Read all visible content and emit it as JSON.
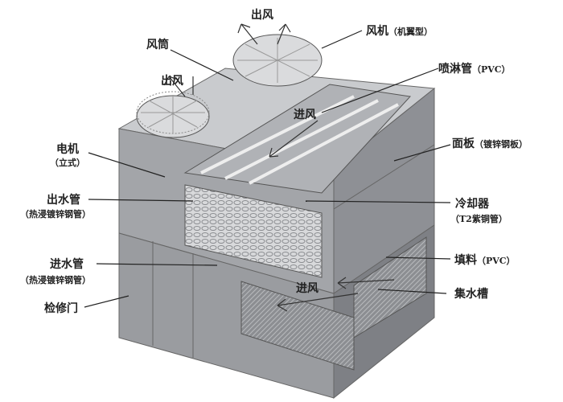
{
  "title": "闭式冷却塔结构图",
  "labels": {
    "air_out_1": "出风",
    "fan": "风机",
    "fan_sub": "（机翼型）",
    "fan_duct": "风筒",
    "air_out_2": "出风",
    "spray_pipe": "喷淋管",
    "spray_pipe_sub": "（PVC）",
    "air_in_top": "进风",
    "motor": "电机",
    "motor_sub": "（立式）",
    "panel": "面板",
    "panel_sub": "（镀锌钢板）",
    "outlet_pipe": "出水管",
    "outlet_pipe_sub": "（热浸镀锌钢管）",
    "cooler": "冷却器",
    "cooler_sub": "（T2紫铜管）",
    "inlet_pipe": "进水管",
    "inlet_pipe_sub": "（热浸镀锌钢管）",
    "fill": "填料",
    "fill_sub": "（PVC）",
    "air_in_bottom": "进风",
    "water_basin": "集水槽",
    "access_door": "检修门"
  },
  "colors": {
    "body": "#9a9ca0",
    "top": "#c9cbce",
    "side": "#7e8085",
    "line": "#222222"
  }
}
